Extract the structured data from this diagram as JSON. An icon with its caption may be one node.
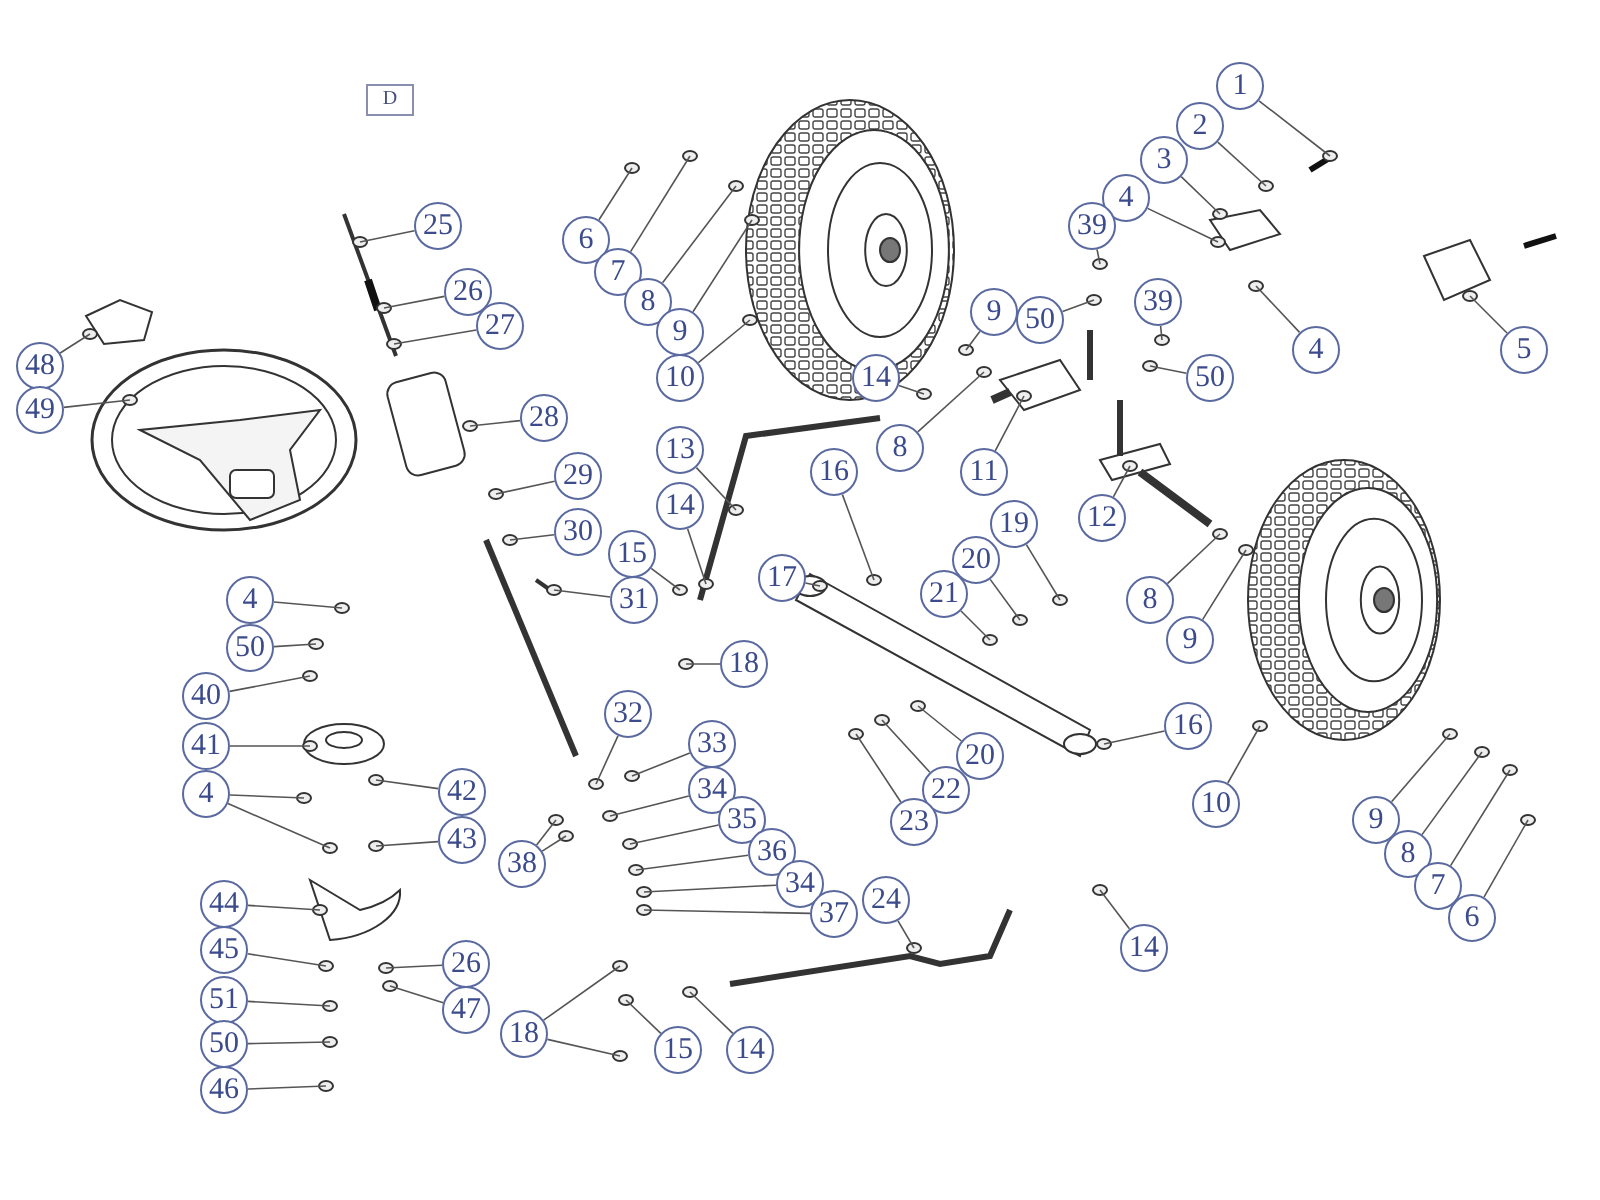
{
  "diagram": {
    "nodes": [
      {
        "text": [
          "D"
        ]
      },
      {
        "text": [
          "1"
        ]
      },
      {
        "text": [
          "2"
        ]
      },
      {
        "text": [
          "3"
        ]
      },
      {
        "text": [
          "4"
        ]
      },
      {
        "text": [
          "25"
        ]
      },
      {
        "text": [
          "39"
        ]
      },
      {
        "text": [
          "6"
        ]
      },
      {
        "text": [
          "7"
        ]
      },
      {
        "text": [
          "26"
        ]
      },
      {
        "text": [
          "39"
        ]
      },
      {
        "text": [
          "8"
        ]
      },
      {
        "text": [
          "9"
        ]
      },
      {
        "text": [
          "9"
        ]
      },
      {
        "text": [
          "50"
        ]
      },
      {
        "text": [
          "27"
        ]
      },
      {
        "text": [
          "4"
        ]
      },
      {
        "text": [
          "5"
        ]
      },
      {
        "text": [
          "48"
        ]
      },
      {
        "text": [
          "10"
        ]
      },
      {
        "text": [
          "50"
        ]
      },
      {
        "text": [
          "14"
        ]
      },
      {
        "text": [
          "49"
        ]
      },
      {
        "text": [
          "28"
        ]
      },
      {
        "text": [
          "8"
        ]
      },
      {
        "text": [
          "13"
        ]
      },
      {
        "text": [
          "11"
        ]
      },
      {
        "text": [
          "16"
        ]
      },
      {
        "text": [
          "29"
        ]
      },
      {
        "text": [
          "14"
        ]
      },
      {
        "text": [
          "12"
        ]
      },
      {
        "text": [
          "19"
        ]
      },
      {
        "text": [
          "30"
        ]
      },
      {
        "text": [
          "15"
        ]
      },
      {
        "text": [
          "20"
        ]
      },
      {
        "text": [
          "17"
        ]
      },
      {
        "text": [
          "21"
        ]
      },
      {
        "text": [
          "31"
        ]
      },
      {
        "text": [
          "4"
        ]
      },
      {
        "text": [
          "8"
        ]
      },
      {
        "text": [
          "9"
        ]
      },
      {
        "text": [
          "50"
        ]
      },
      {
        "text": [
          "18"
        ]
      },
      {
        "text": [
          "40"
        ]
      },
      {
        "text": [
          "32"
        ]
      },
      {
        "text": [
          "16"
        ]
      },
      {
        "text": [
          "33"
        ]
      },
      {
        "text": [
          "41"
        ]
      },
      {
        "text": [
          "20"
        ]
      },
      {
        "text": [
          "34"
        ]
      },
      {
        "text": [
          "22"
        ]
      },
      {
        "text": [
          "42"
        ]
      },
      {
        "text": [
          "4"
        ]
      },
      {
        "text": [
          "10"
        ]
      },
      {
        "text": [
          "35"
        ]
      },
      {
        "text": [
          "9"
        ]
      },
      {
        "text": [
          "23"
        ]
      },
      {
        "text": [
          "43"
        ]
      },
      {
        "text": [
          "36"
        ]
      },
      {
        "text": [
          "8"
        ]
      },
      {
        "text": [
          "38"
        ]
      },
      {
        "text": [
          "34"
        ]
      },
      {
        "text": [
          "7"
        ]
      },
      {
        "text": [
          "24"
        ]
      },
      {
        "text": [
          "44"
        ]
      },
      {
        "text": [
          "37"
        ]
      },
      {
        "text": [
          "6"
        ]
      },
      {
        "text": [
          "14"
        ]
      },
      {
        "text": [
          "45"
        ]
      },
      {
        "text": [
          "26"
        ]
      },
      {
        "text": [
          "51"
        ]
      },
      {
        "text": [
          "47"
        ]
      },
      {
        "text": [
          "18"
        ]
      },
      {
        "text": [
          "50"
        ]
      },
      {
        "text": [
          "15"
        ]
      },
      {
        "text": [
          "14"
        ]
      },
      {
        "text": [
          "46"
        ]
      }
    ],
    "edges": [
      {
        "from": 1,
        "to": null,
        "arrow": "none"
      },
      {
        "from": 2,
        "to": null,
        "arrow": "none"
      },
      {
        "from": 3,
        "to": null,
        "arrow": "none"
      },
      {
        "from": 4,
        "to": null,
        "arrow": "none"
      },
      {
        "from": 5,
        "to": null,
        "arrow": "none"
      },
      {
        "from": 6,
        "to": null,
        "arrow": "none"
      },
      {
        "from": 7,
        "to": null,
        "arrow": "none"
      },
      {
        "from": 8,
        "to": null,
        "arrow": "none"
      },
      {
        "from": 9,
        "to": null,
        "arrow": "none"
      },
      {
        "from": 10,
        "to": null,
        "arrow": "none"
      },
      {
        "from": 11,
        "to": null,
        "arrow": "none"
      },
      {
        "from": 12,
        "to": null,
        "arrow": "none"
      },
      {
        "from": 13,
        "to": null,
        "arrow": "none"
      },
      {
        "from": 14,
        "to": null,
        "arrow": "none"
      },
      {
        "from": 15,
        "to": null,
        "arrow": "none"
      },
      {
        "from": 16,
        "to": null,
        "arrow": "none"
      },
      {
        "from": 17,
        "to": null,
        "arrow": "none"
      },
      {
        "from": 18,
        "to": null,
        "arrow": "none"
      },
      {
        "from": 19,
        "to": null,
        "arrow": "none"
      },
      {
        "from": 20,
        "to": null,
        "arrow": "none"
      },
      {
        "from": 21,
        "to": null,
        "arrow": "none"
      },
      {
        "from": 22,
        "to": null,
        "arrow": "none"
      },
      {
        "from": 23,
        "to": null,
        "arrow": "none"
      },
      {
        "from": 24,
        "to": null,
        "arrow": "none"
      },
      {
        "from": 25,
        "to": null,
        "arrow": "none"
      },
      {
        "from": 26,
        "to": null,
        "arrow": "none"
      },
      {
        "from": 27,
        "to": null,
        "arrow": "none"
      },
      {
        "from": 28,
        "to": null,
        "arrow": "none"
      },
      {
        "from": 29,
        "to": null,
        "arrow": "none"
      },
      {
        "from": 30,
        "to": null,
        "arrow": "none"
      },
      {
        "from": 31,
        "to": null,
        "arrow": "none"
      },
      {
        "from": 32,
        "to": null,
        "arrow": "none"
      },
      {
        "from": 33,
        "to": null,
        "arrow": "none"
      },
      {
        "from": 34,
        "to": null,
        "arrow": "none"
      },
      {
        "from": 35,
        "to": null,
        "arrow": "none"
      },
      {
        "from": 36,
        "to": null,
        "arrow": "none"
      },
      {
        "from": 37,
        "to": null,
        "arrow": "none"
      },
      {
        "from": 38,
        "to": null,
        "arrow": "none"
      },
      {
        "from": 39,
        "to": null,
        "arrow": "none"
      },
      {
        "from": 40,
        "to": null,
        "arrow": "none"
      },
      {
        "from": 41,
        "to": null,
        "arrow": "none"
      },
      {
        "from": 42,
        "to": null,
        "arrow": "none"
      },
      {
        "from": 43,
        "to": null,
        "arrow": "none"
      },
      {
        "from": 44,
        "to": null,
        "arrow": "none"
      },
      {
        "from": 45,
        "to": null,
        "arrow": "none"
      },
      {
        "from": 46,
        "to": null,
        "arrow": "none"
      },
      {
        "from": 47,
        "to": null,
        "arrow": "none"
      },
      {
        "from": 48,
        "to": null,
        "arrow": "none"
      },
      {
        "from": 49,
        "to": null,
        "arrow": "none"
      },
      {
        "from": 50,
        "to": null,
        "arrow": "none"
      },
      {
        "from": 51,
        "to": null,
        "arrow": "none"
      },
      {
        "from": 52,
        "to": null,
        "arrow": "none"
      },
      {
        "from": 52,
        "to": null,
        "arrow": "none"
      },
      {
        "from": 53,
        "to": null,
        "arrow": "none"
      },
      {
        "from": 54,
        "to": null,
        "arrow": "none"
      },
      {
        "from": 55,
        "to": null,
        "arrow": "none"
      },
      {
        "from": 56,
        "to": null,
        "arrow": "none"
      },
      {
        "from": 57,
        "to": null,
        "arrow": "none"
      },
      {
        "from": 58,
        "to": null,
        "arrow": "none"
      },
      {
        "from": 59,
        "to": null,
        "arrow": "none"
      },
      {
        "from": 60,
        "to": null,
        "arrow": "none"
      },
      {
        "from": 60,
        "to": null,
        "arrow": "none"
      },
      {
        "from": 61,
        "to": null,
        "arrow": "none"
      },
      {
        "from": 62,
        "to": null,
        "arrow": "none"
      },
      {
        "from": 63,
        "to": null,
        "arrow": "none"
      },
      {
        "from": 64,
        "to": null,
        "arrow": "none"
      },
      {
        "from": 65,
        "to": null,
        "arrow": "none"
      },
      {
        "from": 66,
        "to": null,
        "arrow": "none"
      },
      {
        "from": 67,
        "to": null,
        "arrow": "none"
      },
      {
        "from": 68,
        "to": null,
        "arrow": "none"
      },
      {
        "from": 69,
        "to": null,
        "arrow": "none"
      },
      {
        "from": 70,
        "to": null,
        "arrow": "none"
      },
      {
        "from": 71,
        "to": null,
        "arrow": "none"
      },
      {
        "from": 72,
        "to": null,
        "arrow": "none"
      },
      {
        "from": 72,
        "to": null,
        "arrow": "none"
      },
      {
        "from": 73,
        "to": null,
        "arrow": "none"
      },
      {
        "from": 74,
        "to": null,
        "arrow": "none"
      },
      {
        "from": 75,
        "to": null,
        "arrow": "none"
      },
      {
        "from": 76,
        "to": null,
        "arrow": "none"
      }
    ]
  }
}
